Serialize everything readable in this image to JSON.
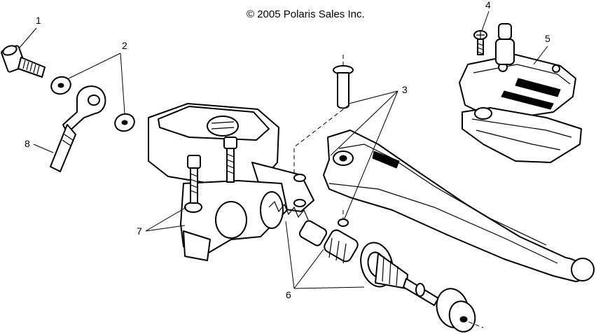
{
  "copyright": "© 2005 Polaris Sales Inc.",
  "callouts": {
    "c1": "1",
    "c2": "2",
    "c3": "3",
    "c4": "4",
    "c5": "5",
    "c6": "6",
    "c7": "7",
    "c8": "8"
  }
}
